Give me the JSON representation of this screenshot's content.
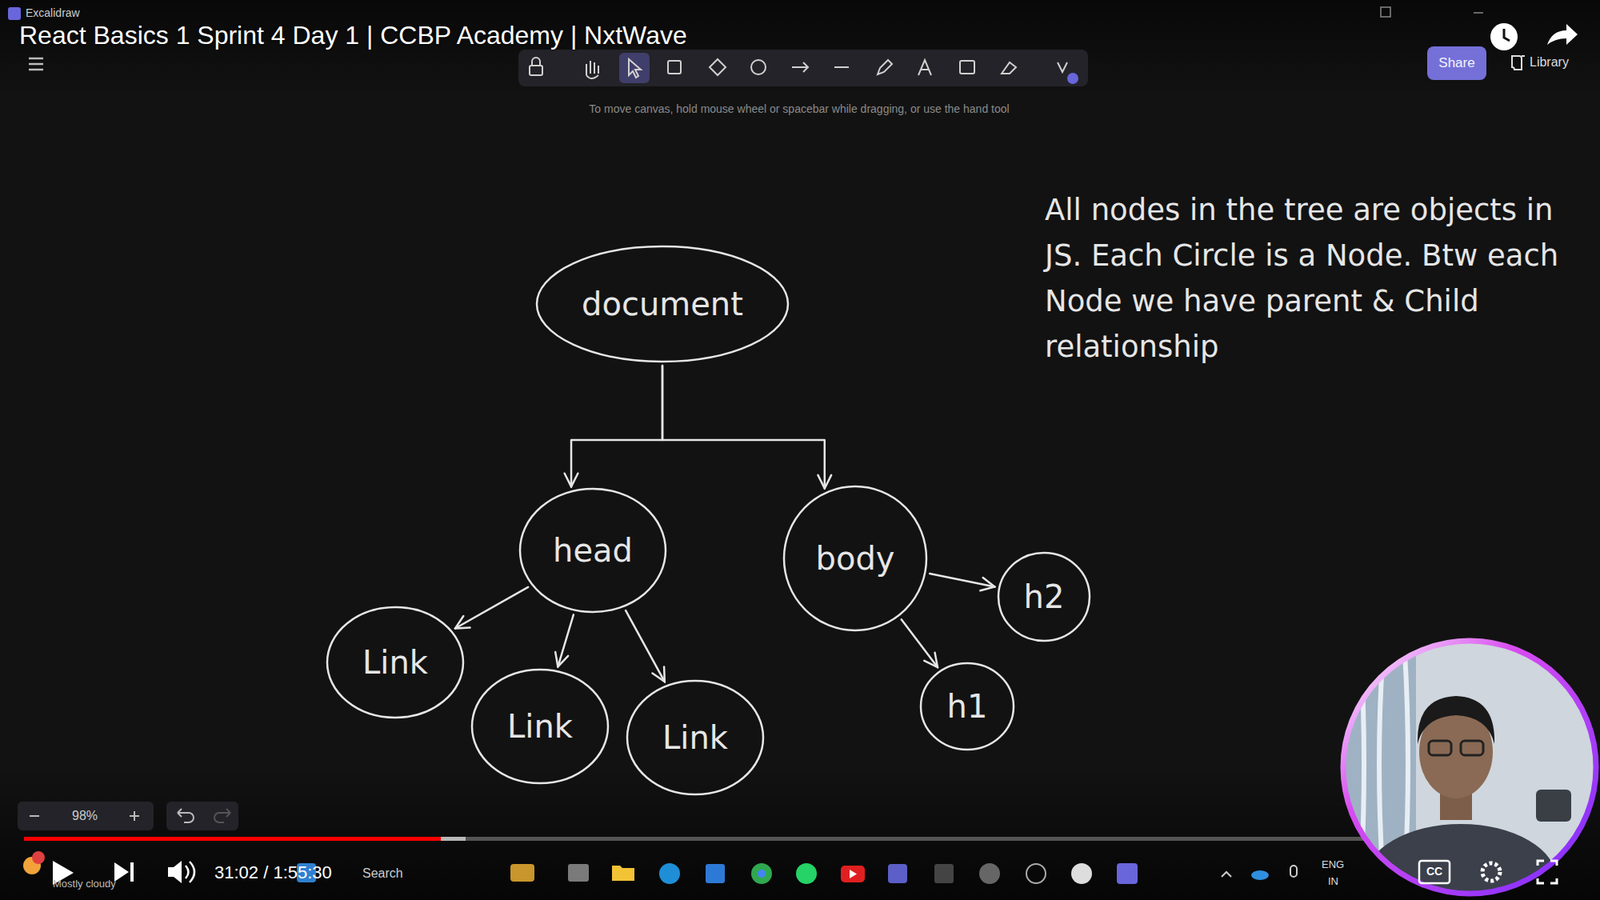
{
  "diagram": {
    "title": "React Basics 1 Sprint 4 Day 1 | CCBP Academy | NxtWave",
    "nodes": [
      {
        "text": [
          "document"
        ]
      },
      {
        "text": [
          "head"
        ]
      },
      {
        "text": [
          "body"
        ]
      },
      {
        "text": [
          "Link"
        ]
      },
      {
        "text": [
          "Link"
        ]
      },
      {
        "text": [
          "Link"
        ]
      },
      {
        "text": [
          "h2"
        ]
      },
      {
        "text": [
          "h1"
        ]
      }
    ],
    "edges": [
      {
        "from": 0,
        "to": 1,
        "arrow": "to"
      },
      {
        "from": 0,
        "to": 2,
        "arrow": "to"
      },
      {
        "from": 1,
        "to": 3,
        "arrow": "to"
      },
      {
        "from": 1,
        "to": 4,
        "arrow": "to"
      },
      {
        "from": 1,
        "to": 5,
        "arrow": "to"
      },
      {
        "from": 2,
        "to": 6,
        "arrow": "to"
      },
      {
        "from": 2,
        "to": 7,
        "arrow": "to"
      }
    ],
    "labels": [
      "Excalidraw",
      "To move canvas, hold mouse wheel or spacebar while dragging, or use the hand tool",
      "Share",
      "Library",
      "All nodes in the tree are objects in JS. Each Circle is a Node. Btw each Node we have parent & Child relationship",
      "98%",
      "31:02 / 1:55:30",
      "Search",
      "Mostly cloudy",
      "ENG",
      "IN",
      "CC"
    ]
  }
}
